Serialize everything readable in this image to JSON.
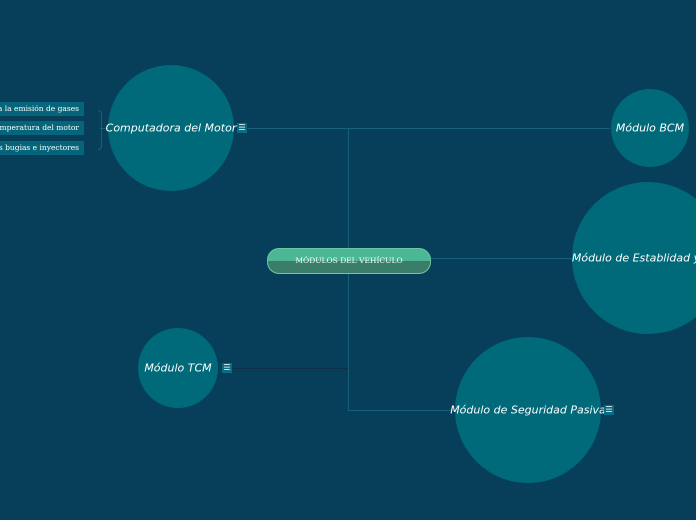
{
  "central": "MÓDULOS DEL VEHÍCULO",
  "nodes": {
    "motor": "Computadora del Motor",
    "bcm": "Módulo BCM",
    "estabilidad": "Módulo de Establidad y",
    "tcm": "Módulo TCM",
    "seguridad": "Módulo de Seguridad Pasiva"
  },
  "motor_children": [
    "ola la emisión de gases",
    "temperatura del motor",
    "las bugias e inyectores"
  ],
  "menu_icon": "☰",
  "colors": {
    "background": "#073f5a",
    "node": "#006a7a",
    "central": "#4cb794"
  }
}
